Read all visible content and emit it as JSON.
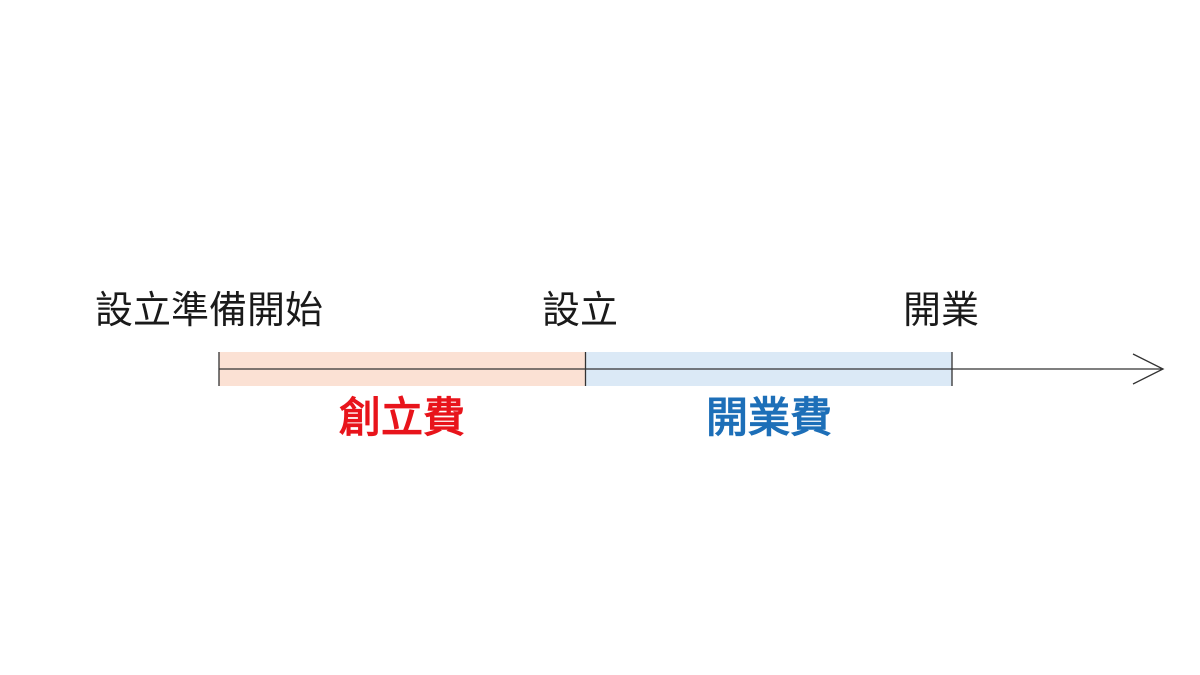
{
  "milestones": {
    "start": "設立準備開始",
    "founding": "設立",
    "opening": "開業"
  },
  "periods": {
    "founding_cost": {
      "label": "創立費",
      "fill_color": "#fbe1d4",
      "text_color": "#e8141b"
    },
    "opening_cost": {
      "label": "開業費",
      "fill_color": "#dbe9f6",
      "text_color": "#1d6fb8"
    }
  },
  "colors": {
    "line": "#333333"
  }
}
